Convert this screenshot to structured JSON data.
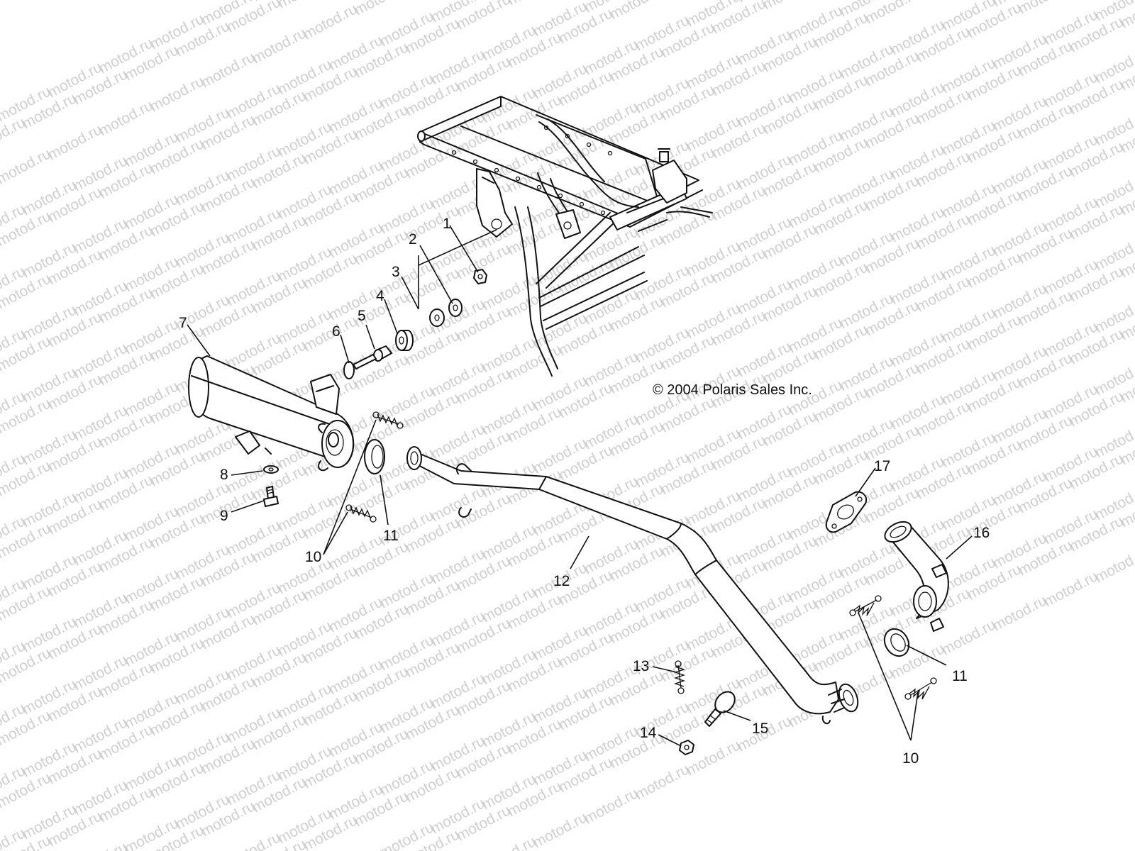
{
  "watermark": {
    "text": "motod.ru"
  },
  "copyright": "© 2004 Polaris Sales Inc.",
  "callouts": {
    "c1": "1",
    "c2": "2",
    "c3": "3",
    "c4": "4",
    "c5": "5",
    "c6": "6",
    "c7": "7",
    "c8": "8",
    "c9": "9",
    "c10a": "10",
    "c10b": "10",
    "c11a": "11",
    "c11b": "11",
    "c12": "12",
    "c13": "13",
    "c14": "14",
    "c15": "15",
    "c16": "16",
    "c17": "17"
  },
  "colors": {
    "line": "#111111",
    "background": "#ffffff",
    "watermark": "#cfcfcf"
  }
}
